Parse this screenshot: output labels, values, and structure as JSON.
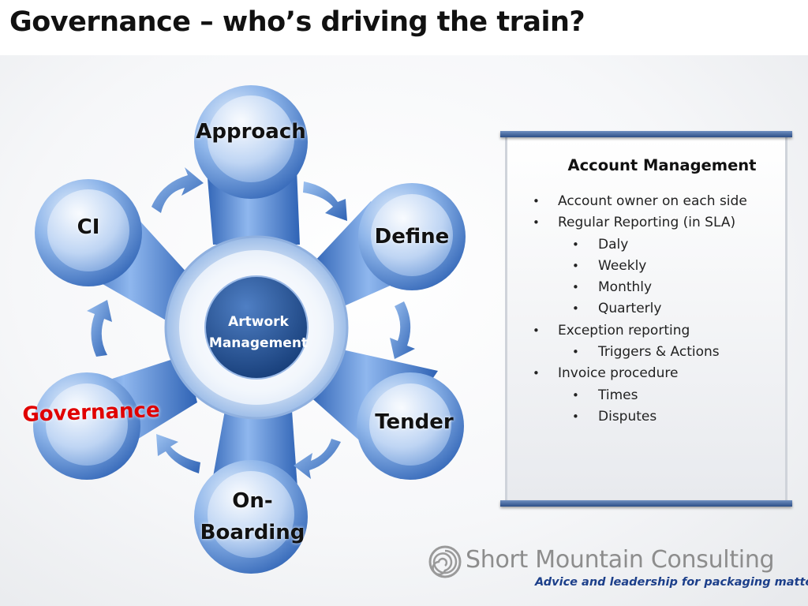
{
  "slide": {
    "title": "Governance – who’s driving the train?"
  },
  "diagram": {
    "center": {
      "line1": "Artwork",
      "line2": "Management"
    },
    "nodes": [
      {
        "id": "approach",
        "label": "Approach"
      },
      {
        "id": "define",
        "label": "Define"
      },
      {
        "id": "tender",
        "label": "Tender"
      },
      {
        "id": "onboarding",
        "label_line1": "On-",
        "label_line2": "Boarding"
      },
      {
        "id": "governance",
        "label": "Governance",
        "highlighted": true
      },
      {
        "id": "ci",
        "label": "CI"
      }
    ],
    "colors": {
      "node_fill": "#5b8fd6",
      "node_dark": "#2a5ca8",
      "center_fill": "#1f4f92",
      "highlight_text": "#e00000"
    }
  },
  "panel": {
    "heading": "Account Management",
    "bullets": [
      {
        "level": 1,
        "text": "Account owner on each side"
      },
      {
        "level": 1,
        "text": "Regular Reporting (in SLA)"
      },
      {
        "level": 2,
        "text": "Daly"
      },
      {
        "level": 2,
        "text": "Weekly"
      },
      {
        "level": 2,
        "text": "Monthly"
      },
      {
        "level": 2,
        "text": "Quarterly"
      },
      {
        "level": 1,
        "text": "Exception reporting"
      },
      {
        "level": 2,
        "text": "Triggers & Actions"
      },
      {
        "level": 1,
        "text": "Invoice procedure"
      },
      {
        "level": 2,
        "text": "Times"
      },
      {
        "level": 2,
        "text": "Disputes"
      }
    ]
  },
  "logo": {
    "company": "Short Mountain Consulting",
    "tagline": "Advice and leadership for packaging matters",
    "icon": "spiral-logo-icon"
  }
}
